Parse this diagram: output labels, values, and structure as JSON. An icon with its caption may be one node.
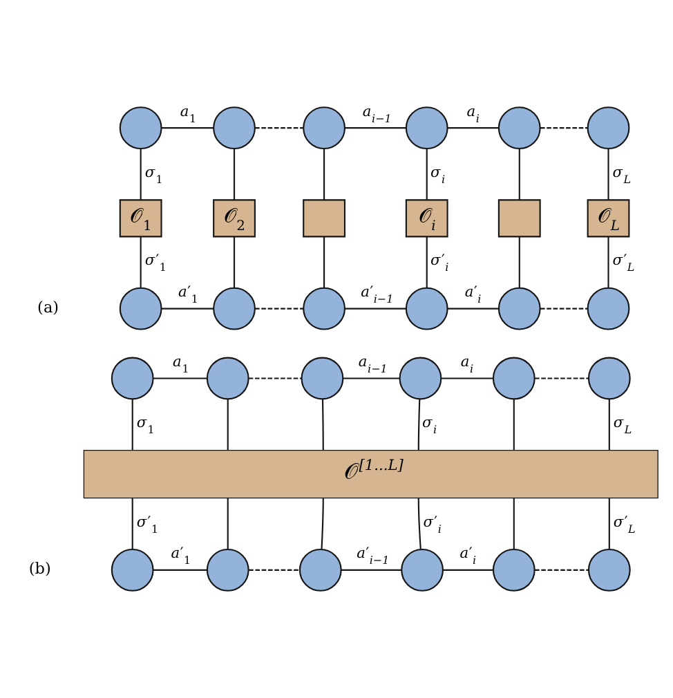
{
  "diagram": {
    "nodes": [
      {
        "text": [],
        "shape": "circle"
      },
      {
        "text": [],
        "shape": "circle"
      },
      {
        "text": [],
        "shape": "circle"
      },
      {
        "text": [],
        "shape": "circle"
      },
      {
        "text": [],
        "shape": "circle"
      },
      {
        "text": [],
        "shape": "circle"
      },
      {
        "text": [
          "𝒪$_{1}$"
        ]
      },
      {
        "text": [
          "𝒪$_{2}$"
        ]
      },
      {
        "text": [],
        "shape": "box"
      },
      {
        "text": [
          "𝒪$_{i}$"
        ]
      },
      {
        "text": [],
        "shape": "box"
      },
      {
        "text": [
          "𝒪$_{L}$"
        ]
      },
      {
        "text": [],
        "shape": "circle"
      },
      {
        "text": [],
        "shape": "circle"
      },
      {
        "text": [],
        "shape": "circle"
      },
      {
        "text": [],
        "shape": "circle"
      },
      {
        "text": [],
        "shape": "circle"
      },
      {
        "text": [],
        "shape": "circle"
      },
      {
        "text": [],
        "shape": "circle"
      },
      {
        "text": [],
        "shape": "circle"
      },
      {
        "text": [],
        "shape": "circle"
      },
      {
        "text": [],
        "shape": "circle"
      },
      {
        "text": [],
        "shape": "circle"
      },
      {
        "text": [],
        "shape": "circle"
      },
      {
        "text": [
          "𝒪$^{[1...L]}$"
        ]
      },
      {
        "text": [],
        "shape": "circle"
      },
      {
        "text": [],
        "shape": "circle"
      },
      {
        "text": [],
        "shape": "circle"
      },
      {
        "text": [],
        "shape": "circle"
      },
      {
        "text": [],
        "shape": "circle"
      },
      {
        "text": [],
        "shape": "circle"
      }
    ],
    "edges": [
      {
        "from": 0,
        "to": 1,
        "arrow": "none",
        "label": "a$_{1}$"
      },
      {
        "from": 1,
        "to": 2,
        "arrow": "none",
        "style": "dashed"
      },
      {
        "from": 2,
        "to": 3,
        "arrow": "none",
        "label": "a$_{i−1}$"
      },
      {
        "from": 3,
        "to": 4,
        "arrow": "none",
        "label": "a$_{i}$"
      },
      {
        "from": 4,
        "to": 5,
        "arrow": "none",
        "style": "dashed"
      },
      {
        "from": 0,
        "to": 6,
        "arrow": "none",
        "label": "σ$_{1}$"
      },
      {
        "from": 1,
        "to": 7,
        "arrow": "none"
      },
      {
        "from": 2,
        "to": 8,
        "arrow": "none"
      },
      {
        "from": 3,
        "to": 9,
        "arrow": "none",
        "label": "σ$_{i}$"
      },
      {
        "from": 4,
        "to": 10,
        "arrow": "none"
      },
      {
        "from": 5,
        "to": 11,
        "arrow": "none",
        "label": "σ$_{L}$"
      },
      {
        "from": 6,
        "to": 12,
        "arrow": "none",
        "label": "σ′$_{1}$"
      },
      {
        "from": 7,
        "to": 13,
        "arrow": "none"
      },
      {
        "from": 8,
        "to": 14,
        "arrow": "none"
      },
      {
        "from": 9,
        "to": 15,
        "arrow": "none",
        "label": "σ′$_{i}$"
      },
      {
        "from": 10,
        "to": 16,
        "arrow": "none"
      },
      {
        "from": 11,
        "to": 17,
        "arrow": "none",
        "label": "σ′$_{L}$"
      },
      {
        "from": 12,
        "to": 13,
        "arrow": "none",
        "label": "a′$_{1}$"
      },
      {
        "from": 13,
        "to": 14,
        "arrow": "none",
        "style": "dashed"
      },
      {
        "from": 14,
        "to": 15,
        "arrow": "none",
        "label": "a′$_{i−1}$"
      },
      {
        "from": 15,
        "to": 16,
        "arrow": "none",
        "label": "a′$_{i}$"
      },
      {
        "from": 16,
        "to": 17,
        "arrow": "none",
        "style": "dashed"
      },
      {
        "from": 18,
        "to": 19,
        "arrow": "none",
        "label": "a$_{1}$"
      },
      {
        "from": 19,
        "to": 20,
        "arrow": "none",
        "style": "dashed"
      },
      {
        "from": 20,
        "to": 21,
        "arrow": "none",
        "label": "a$_{i−1}$"
      },
      {
        "from": 21,
        "to": 22,
        "arrow": "none",
        "label": "a$_{i}$"
      },
      {
        "from": 22,
        "to": 23,
        "arrow": "none",
        "style": "dashed"
      },
      {
        "from": 18,
        "to": 24,
        "arrow": "none",
        "label": "σ$_{1}$"
      },
      {
        "from": 19,
        "to": 24,
        "arrow": "none"
      },
      {
        "from": 20,
        "to": 24,
        "arrow": "none"
      },
      {
        "from": 21,
        "to": 24,
        "arrow": "none",
        "label": "σ$_{i}$"
      },
      {
        "from": 22,
        "to": 24,
        "arrow": "none"
      },
      {
        "from": 23,
        "to": 24,
        "arrow": "none",
        "label": "σ$_{L}$"
      },
      {
        "from": 24,
        "to": 25,
        "arrow": "none",
        "label": "σ′$_{1}$"
      },
      {
        "from": 24,
        "to": 26,
        "arrow": "none"
      },
      {
        "from": 24,
        "to": 27,
        "arrow": "none"
      },
      {
        "from": 24,
        "to": 28,
        "arrow": "none",
        "label": "σ′$_{i}$"
      },
      {
        "from": 24,
        "to": 29,
        "arrow": "none"
      },
      {
        "from": 24,
        "to": 30,
        "arrow": "none",
        "label": "σ′$_{L}$"
      },
      {
        "from": 25,
        "to": 26,
        "arrow": "none",
        "label": "a′$_{1}$"
      },
      {
        "from": 26,
        "to": 27,
        "arrow": "none",
        "style": "dashed"
      },
      {
        "from": 27,
        "to": 28,
        "arrow": "none",
        "label": "a′$_{i−1}$"
      },
      {
        "from": 28,
        "to": 29,
        "arrow": "none",
        "label": "a′$_{i}$"
      },
      {
        "from": 29,
        "to": 30,
        "arrow": "none",
        "style": "dashed"
      }
    ],
    "labels": [
      "(a)",
      "(b)"
    ]
  }
}
